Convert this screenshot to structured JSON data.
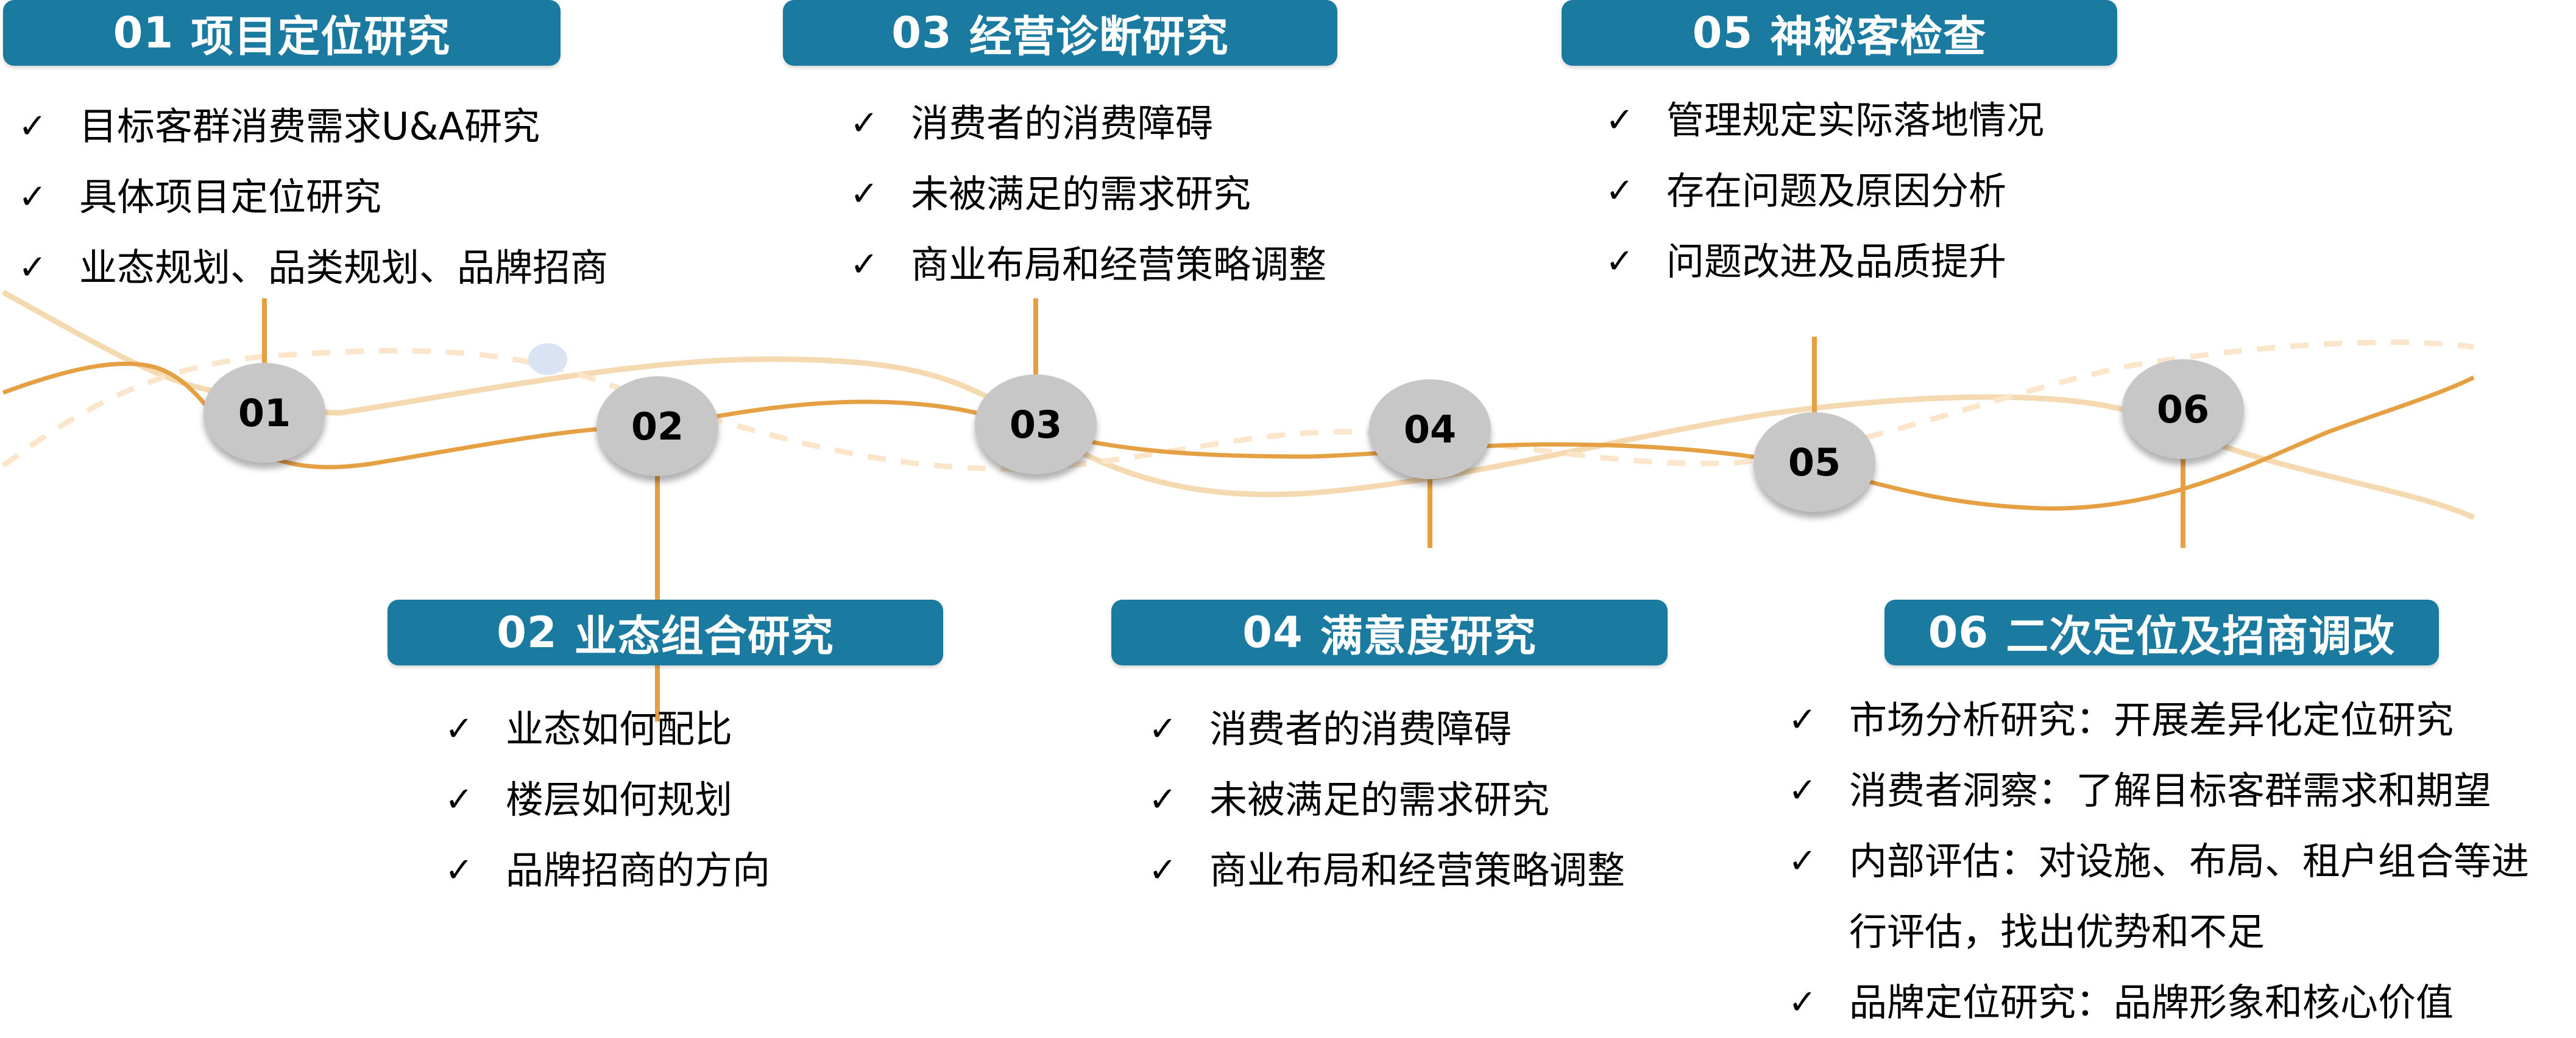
{
  "colors": {
    "header_bg": "#1a7aa0",
    "header_text": "#ffffff",
    "node_bg": "#c7c7c7",
    "wave_dark": "#e5a044",
    "wave_light": "#f5d9b0",
    "dot": "#dae3f3"
  },
  "icons": {
    "check": "✓"
  },
  "sections": [
    {
      "num": "01",
      "title": "项目定位研究",
      "items": [
        "目标客群消费需求U&A研究",
        "具体项目定位研究",
        "业态规划、品类规划、品牌招商"
      ]
    },
    {
      "num": "02",
      "title": "业态组合研究",
      "items": [
        "业态如何配比",
        "楼层如何规划",
        "品牌招商的方向"
      ]
    },
    {
      "num": "03",
      "title": "经营诊断研究",
      "items": [
        "消费者的消费障碍",
        "未被满足的需求研究",
        "商业布局和经营策略调整"
      ]
    },
    {
      "num": "04",
      "title": "满意度研究",
      "items": [
        "消费者的消费障碍",
        "未被满足的需求研究",
        "商业布局和经营策略调整"
      ]
    },
    {
      "num": "05",
      "title": "神秘客检查",
      "items": [
        "管理规定实际落地情况",
        "存在问题及原因分析",
        "问题改进及品质提升"
      ]
    },
    {
      "num": "06",
      "title": "二次定位及招商调改",
      "items": [
        "市场分析研究：开展差异化定位研究",
        "消费者洞察：了解目标客群需求和期望",
        "内部评估：对设施、布局、租户组合等进",
        "行评估，找出优势和不足",
        "品牌定位研究：品牌形象和核心价值"
      ]
    }
  ],
  "nodes": [
    "01",
    "02",
    "03",
    "04",
    "05",
    "06"
  ]
}
